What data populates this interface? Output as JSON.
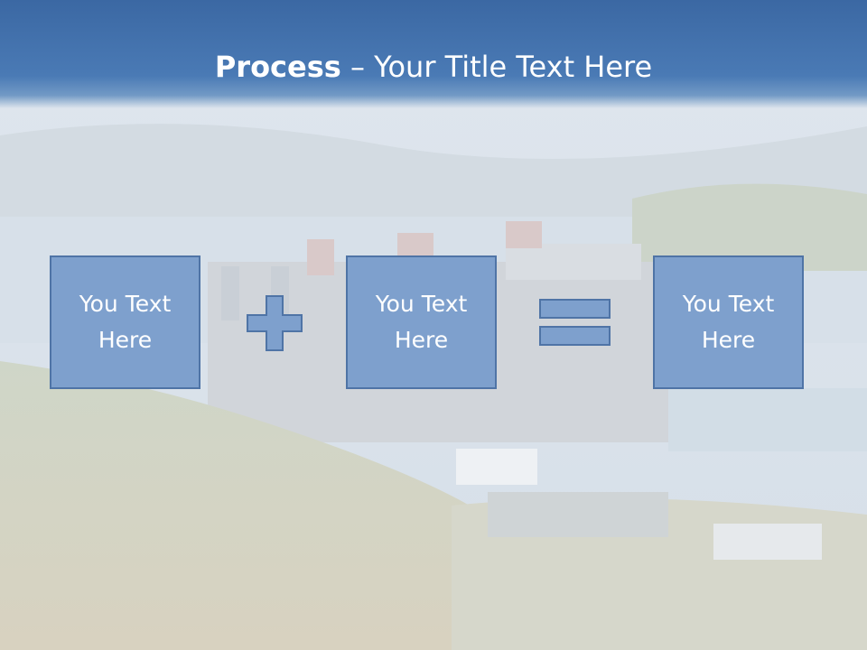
{
  "slide": {
    "title_bold": "Process",
    "title_rest": " – Your Title Text Here",
    "boxes": [
      {
        "text": "You Text\nHere"
      },
      {
        "text": "You Text\nHere"
      },
      {
        "text": "You Text\nHere"
      }
    ],
    "operators": [
      "plus-icon",
      "equals-icon"
    ]
  },
  "colors": {
    "title_band": "#3b68a3",
    "box_fill": "#7ea0cd",
    "box_border": "#4f74a6",
    "text": "#ffffff"
  }
}
